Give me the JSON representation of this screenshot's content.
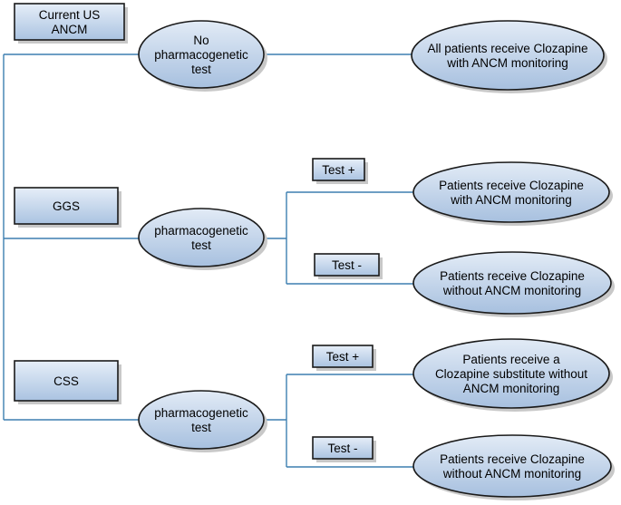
{
  "diagram": {
    "strategies": [
      {
        "label": "Current US\nANCM"
      },
      {
        "label": "GGS"
      },
      {
        "label": "CSS"
      }
    ],
    "tests": [
      {
        "label": "No\npharmacogenetic\ntest"
      },
      {
        "label": "pharmacogenetic\ntest"
      },
      {
        "label": "pharmacogenetic\ntest"
      }
    ],
    "results": [
      {
        "label": "Test +"
      },
      {
        "label": "Test -"
      },
      {
        "label": "Test +"
      },
      {
        "label": "Test -"
      }
    ],
    "outcomes": [
      {
        "label": "All patients receive Clozapine\nwith ANCM monitoring"
      },
      {
        "label": "Patients receive Clozapine\nwith ANCM monitoring"
      },
      {
        "label": "Patients receive Clozapine\nwithout ANCM monitoring"
      },
      {
        "label": "Patients receive a\nClozapine substitute without\nANCM monitoring"
      },
      {
        "label": "Patients receive Clozapine\nwithout ANCM monitoring"
      }
    ],
    "colors": {
      "shape_fill_light": "#dde8f5",
      "shape_fill_dark": "#a9c2e0",
      "connector": "#3d7fb0",
      "outline": "#1a1a1a"
    }
  }
}
